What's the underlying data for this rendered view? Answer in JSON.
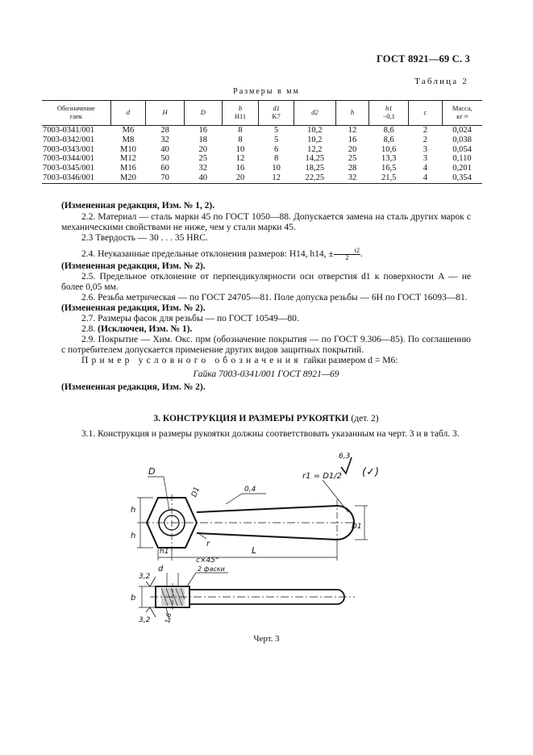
{
  "header": {
    "title": "ГОСТ 8921—69 С. 3"
  },
  "table": {
    "label": "Таблица 2",
    "caption": "Размеры в мм",
    "columns": [
      [
        "Обозначение",
        "гаек"
      ],
      [
        "d",
        ""
      ],
      [
        "H",
        ""
      ],
      [
        "D",
        ""
      ],
      [
        "b",
        "H11"
      ],
      [
        "d1",
        "K7"
      ],
      [
        "d2",
        ""
      ],
      [
        "h",
        ""
      ],
      [
        "h1",
        "−0,1"
      ],
      [
        "c",
        ""
      ],
      [
        "Масса,",
        "кг ≈"
      ]
    ],
    "rows": [
      [
        "7003-0341/001",
        "M6",
        "28",
        "16",
        "8",
        "5",
        "10,2",
        "12",
        "8,6",
        "2",
        "0,024"
      ],
      [
        "7003-0342/001",
        "M8",
        "32",
        "18",
        "8",
        "5",
        "10,2",
        "16",
        "8,6",
        "2",
        "0,038"
      ],
      [
        "7003-0343/001",
        "M10",
        "40",
        "20",
        "10",
        "6",
        "12,2",
        "20",
        "10,6",
        "3",
        "0,054"
      ],
      [
        "7003-0344/001",
        "M12",
        "50",
        "25",
        "12",
        "8",
        "14,25",
        "25",
        "13,3",
        "3",
        "0,110"
      ],
      [
        "7003-0345/001",
        "M16",
        "60",
        "32",
        "16",
        "10",
        "18,25",
        "28",
        "16,5",
        "4",
        "0,201"
      ],
      [
        "7003-0346/001",
        "M20",
        "70",
        "40",
        "20",
        "12",
        "22,25",
        "32",
        "21,5",
        "4",
        "0,354"
      ]
    ]
  },
  "text": {
    "edit1": "(Измененная редакция, Изм. № 1, 2).",
    "p22": "2.2. Материал — сталь марки 45 по ГОСТ 1050—88. Допускается замена на сталь других марок с механическими свойствами не ниже, чем у стали марки 45.",
    "p23": "2.3 Твердость — 30 . . . 35 HRC.",
    "p24_pre": "2.4. Неуказанные предельные отклонения размеров: H14, h14, ±",
    "p24_num": "t2",
    "p24_den": "2",
    "p24_post": ".",
    "edit2": "(Измененная редакция, Изм. № 2).",
    "p25": "2.5. Предельное отклонение от перпендикулярности оси отверстия d1 к поверхности A — не более 0,05 мм.",
    "p26": "2.6. Резьба метрическая — по ГОСТ 24705—81. Поле допуска резьбы — 6H по ГОСТ 16093—81.",
    "edit3": "(Измененная редакция, Изм. № 2).",
    "p27": "2.7. Размеры фасок для резьбы — по ГОСТ 10549—80.",
    "p28_num": "2.8.",
    "p28_bold": "(Исключен, Изм. № 1).",
    "p29": "2.9. Покрытие — Хим. Окс. прм (обозначение покрытия — по ГОСТ 9.306—85). По соглашению с потребителем допускается применение других видов защитных покрытий.",
    "example_spaced": "Пример условного обозначения",
    "example_rest": "гайки размером d = M6:",
    "example_designation": "Гайка 7003-0341/001 ГОСТ 8921—69",
    "edit4": "(Измененная редакция, Изм. № 2).",
    "section_title": "3. КОНСТРУКЦИЯ И РАЗМЕРЫ РУКОЯТКИ",
    "section_note": "(дет. 2)",
    "p31": "3.1. Конструкция и размеры рукоятки должны соответствовать указанным на черт. 3 и в табл. 3.",
    "figure_caption": "Черт. 3"
  },
  "drawing": {
    "labels": {
      "D": "D",
      "D1": "D1",
      "h": "h",
      "h1": "h1",
      "L": "L",
      "r": "r",
      "roughness": "0,4",
      "r1_formula": "r1 = D1/2",
      "roughness_general": "6,3",
      "roughness_paren": "(✓)",
      "d": "d",
      "b": "b",
      "chamfer": "c×45°",
      "chamfer_note": "2 фаски",
      "rough_32_top": "3,2",
      "rough_32_bot": "3,2",
      "rough_16": "1,6"
    }
  }
}
